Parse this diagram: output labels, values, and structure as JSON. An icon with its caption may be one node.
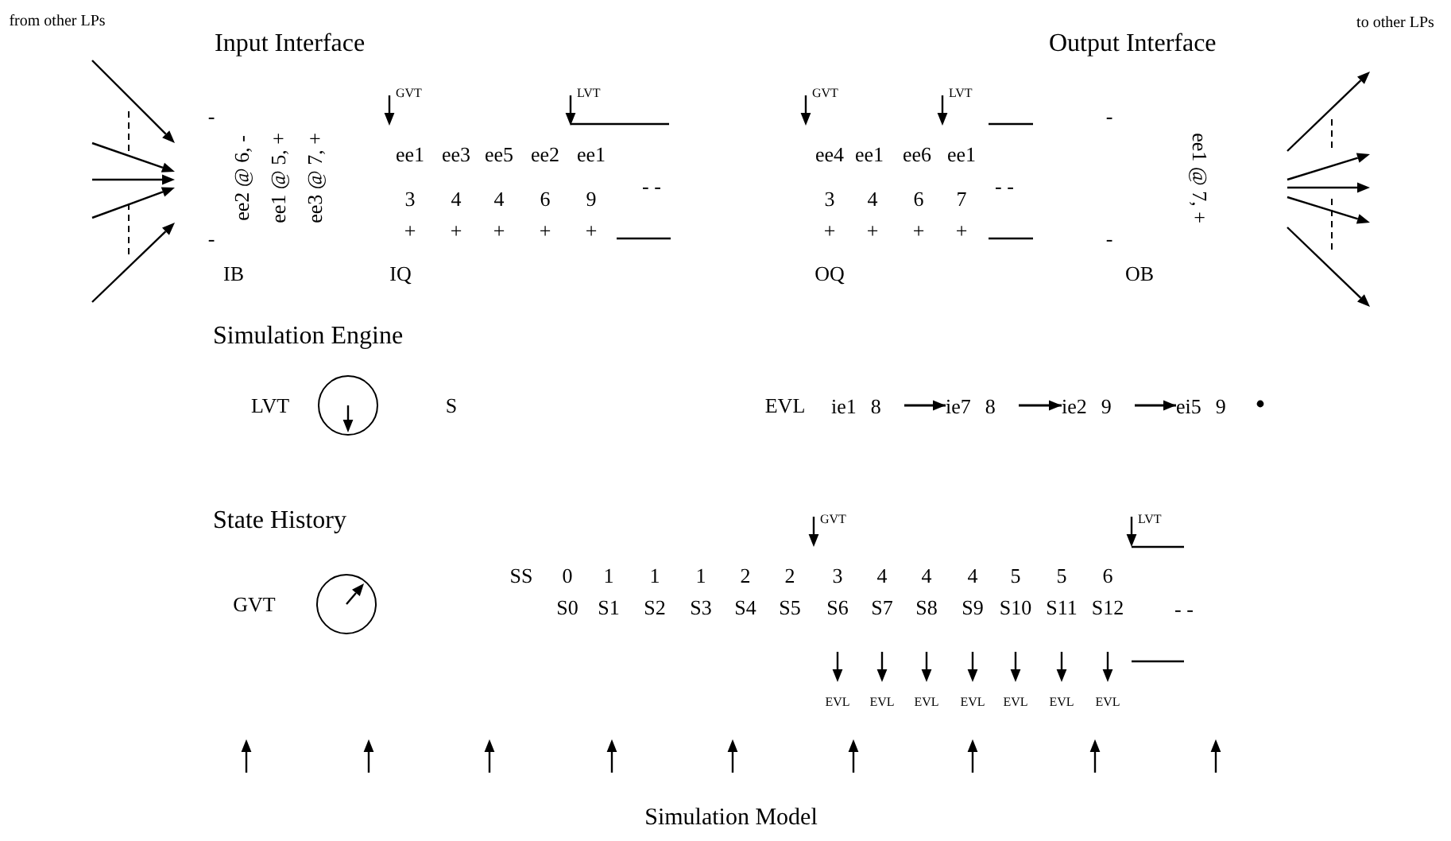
{
  "diagram": {
    "nodes": [
      {
        "text": [
          "ie1",
          "8"
        ]
      },
      {
        "text": [
          "ie7",
          "8"
        ]
      },
      {
        "text": [
          "ie2",
          "9"
        ]
      },
      {
        "text": [
          "ei5",
          "9"
        ]
      }
    ],
    "edges": [
      {
        "from": 0,
        "to": 1,
        "arrow": "to"
      },
      {
        "from": 1,
        "to": 2,
        "arrow": "to"
      },
      {
        "from": 2,
        "to": 3,
        "arrow": "to"
      }
    ],
    "labels": [
      "from other LPs",
      "Input Interface",
      "Output Interface",
      "to other LPs",
      "GVT",
      "LVT",
      "GVT",
      "LVT",
      "-",
      "-",
      "ee2 @ 6, -",
      "ee1 @ 5, +",
      "ee3 @ 7, +",
      "ee1",
      "ee3",
      "ee5",
      "ee2",
      "ee1",
      "ee4",
      "ee1",
      "ee6",
      "ee1",
      "ee1 @ 7, +",
      "- -",
      "- -",
      "3",
      "4",
      "4",
      "6",
      "9",
      "3",
      "4",
      "6",
      "7",
      "+",
      "+",
      "+",
      "+",
      "+",
      "+",
      "+",
      "+",
      "+",
      "-",
      "-",
      "IB",
      "IQ",
      "OQ",
      "OB",
      "Simulation Engine",
      "LVT",
      "S",
      "EVL",
      "State History",
      "GVT",
      "LVT",
      "SS",
      "0",
      "1",
      "1",
      "1",
      "2",
      "2",
      "3",
      "4",
      "4",
      "4",
      "5",
      "5",
      "6",
      "GVT",
      "S0",
      "S1",
      "S2",
      "S3",
      "S4",
      "S5",
      "S6",
      "S7",
      "S8",
      "S9",
      "S10",
      "S11",
      "S12",
      "- -",
      "EVL",
      "EVL",
      "EVL",
      "EVL",
      "EVL",
      "EVL",
      "EVL",
      "Simulation Model"
    ]
  }
}
